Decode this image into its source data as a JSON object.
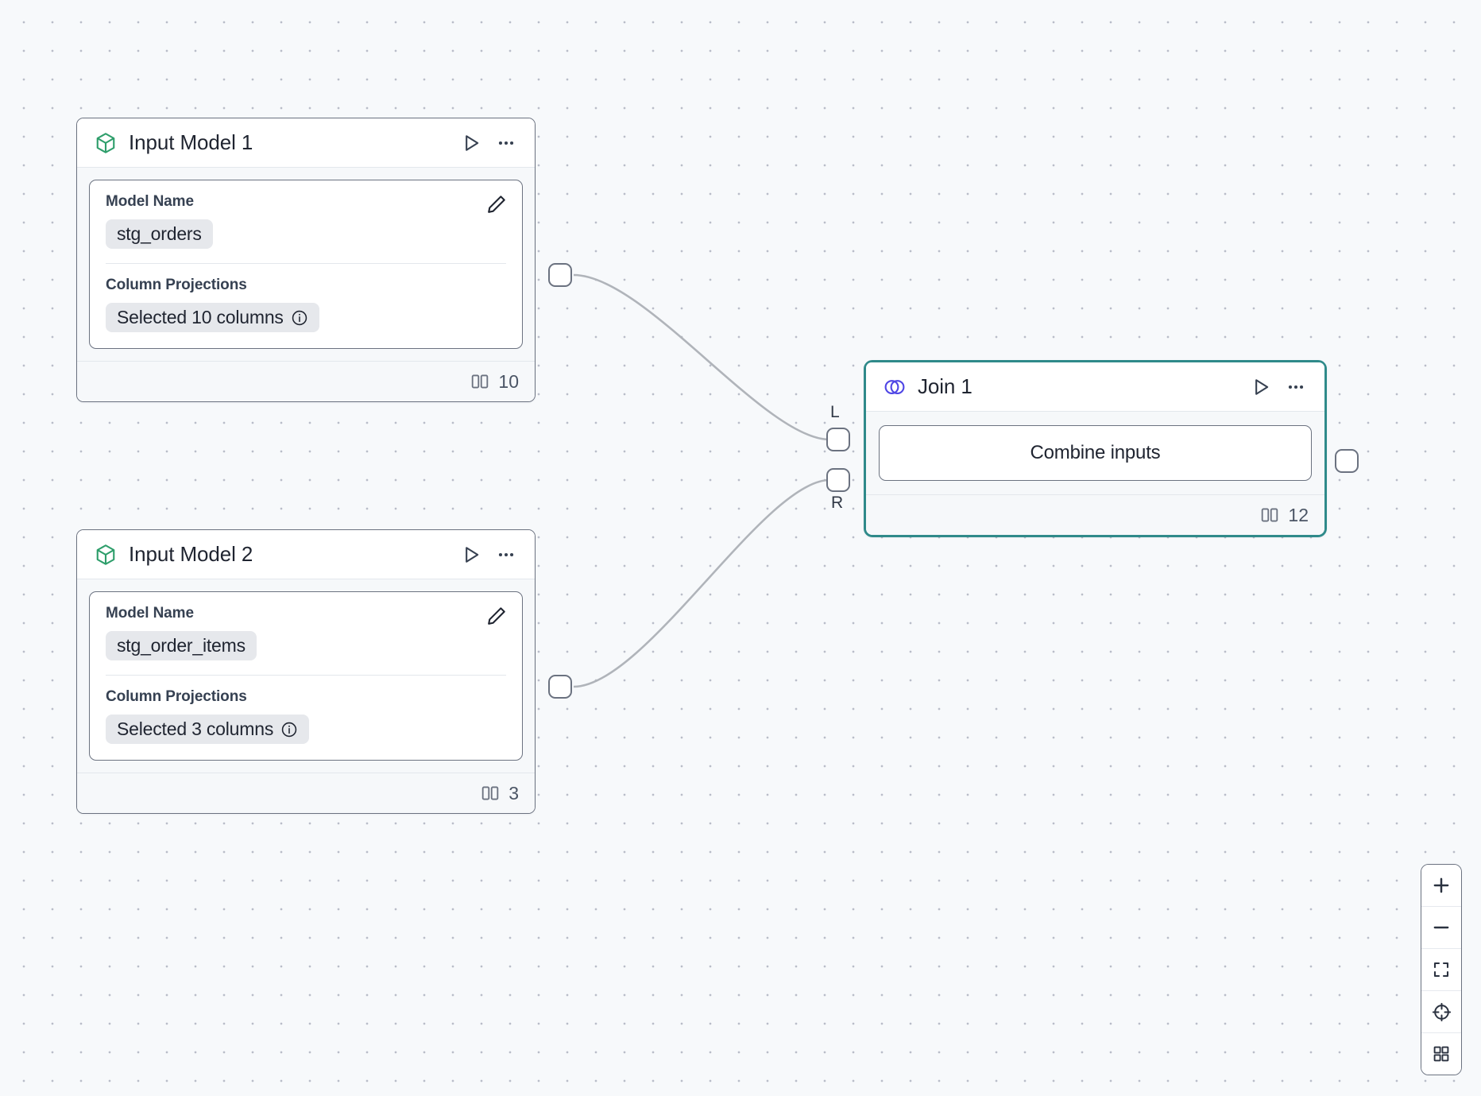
{
  "canvas": {
    "background_color": "#f7f9fb",
    "dot_color": "#b9bdc9",
    "grid_spacing": 36
  },
  "colors": {
    "model_icon_green": "#2e9e6b",
    "join_icon_indigo": "#4f46e5",
    "selected_border_teal": "#2f8a8a",
    "node_border": "#6b7280",
    "edge_stroke": "#b0b4ba",
    "pill_bg": "#e6e8ec",
    "body_bg": "#f6f8fa"
  },
  "nodes": [
    {
      "id": "input-model-1",
      "type": "input-model",
      "title": "Input Model 1",
      "icon": "cube-icon",
      "fields": {
        "model_name_label": "Model Name",
        "model_name_value": "stg_orders",
        "column_projections_label": "Column Projections",
        "column_projections_value": "Selected 10 columns"
      },
      "footer_count": "10",
      "selected": false
    },
    {
      "id": "input-model-2",
      "type": "input-model",
      "title": "Input Model 2",
      "icon": "cube-icon",
      "fields": {
        "model_name_label": "Model Name",
        "model_name_value": "stg_order_items",
        "column_projections_label": "Column Projections",
        "column_projections_value": "Selected 3 columns"
      },
      "footer_count": "3",
      "selected": false
    },
    {
      "id": "join-1",
      "type": "join",
      "title": "Join 1",
      "icon": "venn-icon",
      "body_label": "Combine inputs",
      "footer_count": "12",
      "selected": true,
      "port_labels": {
        "left": "L",
        "right": "R"
      }
    }
  ],
  "controls": [
    {
      "name": "zoom-in-button",
      "icon": "plus-icon"
    },
    {
      "name": "zoom-out-button",
      "icon": "minus-icon"
    },
    {
      "name": "fit-view-button",
      "icon": "fit-screen-icon"
    },
    {
      "name": "center-view-button",
      "icon": "target-icon"
    },
    {
      "name": "toggle-grid-button",
      "icon": "grid-icon"
    }
  ],
  "header_actions": {
    "run_label": "run-node",
    "more_label": "more-options"
  }
}
